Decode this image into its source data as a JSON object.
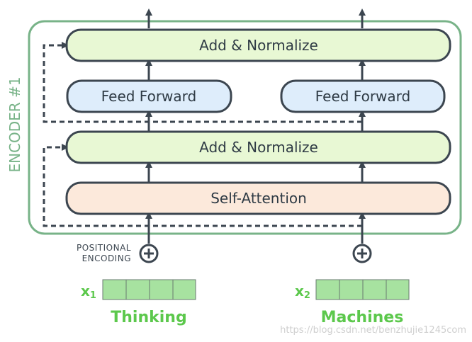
{
  "encoder": {
    "label": "ENCODER #1",
    "add_normalize_top": "Add & Normalize",
    "feed_forward_left": "Feed Forward",
    "feed_forward_right": "Feed Forward",
    "add_normalize_bottom": "Add & Normalize",
    "self_attention": "Self-Attention"
  },
  "positional_encoding": {
    "line1": "POSITIONAL",
    "line2": "ENCODING"
  },
  "inputs": [
    {
      "symbol": "x",
      "subscript": "1",
      "word": "Thinking"
    },
    {
      "symbol": "x",
      "subscript": "2",
      "word": "Machines"
    }
  ],
  "watermark": "https://blog.csdn.net/benzhujie1245com",
  "colors": {
    "encoder_border": "#78b388",
    "encoder_label": "#78b388",
    "add_normalize_fill": "#e8f8d4",
    "feed_forward_fill": "#deedfb",
    "self_attention_fill": "#fce9db",
    "box_border": "#3c4650",
    "embedding_fill": "#a7e2a0",
    "input_text": "#5cc84c",
    "arrow": "#3c4650"
  }
}
